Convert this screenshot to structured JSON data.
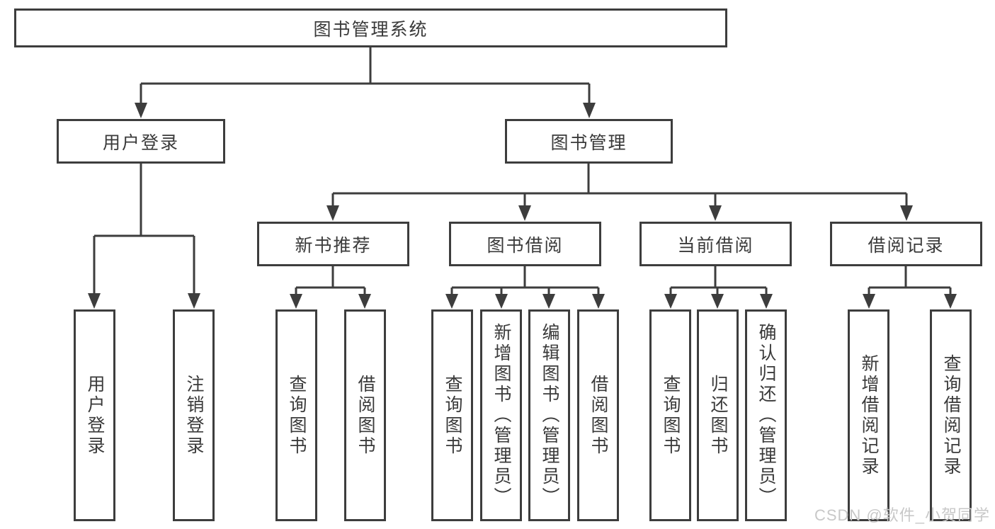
{
  "colors": {
    "line": "#3d3d3d",
    "box_border": "#3d3d3d",
    "box_fill": "#ffffff",
    "text": "#3a3a3a",
    "watermark": "#c8c8c8"
  },
  "watermark": "CSDN @软件_小贺同学",
  "nodes": {
    "root": {
      "key": "library-management-system",
      "label": "图书管理系统"
    },
    "level2": [
      {
        "key": "user-login",
        "label": "用户登录",
        "parent": "图书管理系统"
      },
      {
        "key": "book-management",
        "label": "图书管理",
        "parent": "图书管理系统"
      }
    ],
    "level3": [
      {
        "key": "new-book-recommend",
        "label": "新书推荐",
        "parent": "图书管理"
      },
      {
        "key": "book-borrow",
        "label": "图书借阅",
        "parent": "图书管理"
      },
      {
        "key": "current-borrow",
        "label": "当前借阅",
        "parent": "图书管理"
      },
      {
        "key": "borrow-records",
        "label": "借阅记录",
        "parent": "图书管理"
      }
    ],
    "leaves": [
      {
        "key": "user-login-action",
        "label": "用户登录",
        "parent": "用户登录"
      },
      {
        "key": "logout-action",
        "label": "注销登录",
        "parent": "用户登录"
      },
      {
        "key": "query-books-recommend",
        "label": "查询图书",
        "parent": "新书推荐"
      },
      {
        "key": "borrow-books-recommend",
        "label": "借阅图书",
        "parent": "新书推荐"
      },
      {
        "key": "query-books-borrow",
        "label": "查询图书",
        "parent": "图书借阅"
      },
      {
        "key": "add-books-admin",
        "label": "新增图书（管理员）",
        "parent": "图书借阅"
      },
      {
        "key": "edit-books-admin",
        "label": "编辑图书（管理员）",
        "parent": "图书借阅"
      },
      {
        "key": "borrow-books-borrow",
        "label": "借阅图书",
        "parent": "图书借阅"
      },
      {
        "key": "query-books-current",
        "label": "查询图书",
        "parent": "当前借阅"
      },
      {
        "key": "return-books",
        "label": "归还图书",
        "parent": "当前借阅"
      },
      {
        "key": "confirm-return-admin",
        "label": "确认归还（管理员）",
        "parent": "当前借阅"
      },
      {
        "key": "add-borrow-record",
        "label": "新增借阅记录",
        "parent": "借阅记录"
      },
      {
        "key": "query-borrow-record",
        "label": "查询借阅记录",
        "parent": "借阅记录"
      }
    ]
  }
}
